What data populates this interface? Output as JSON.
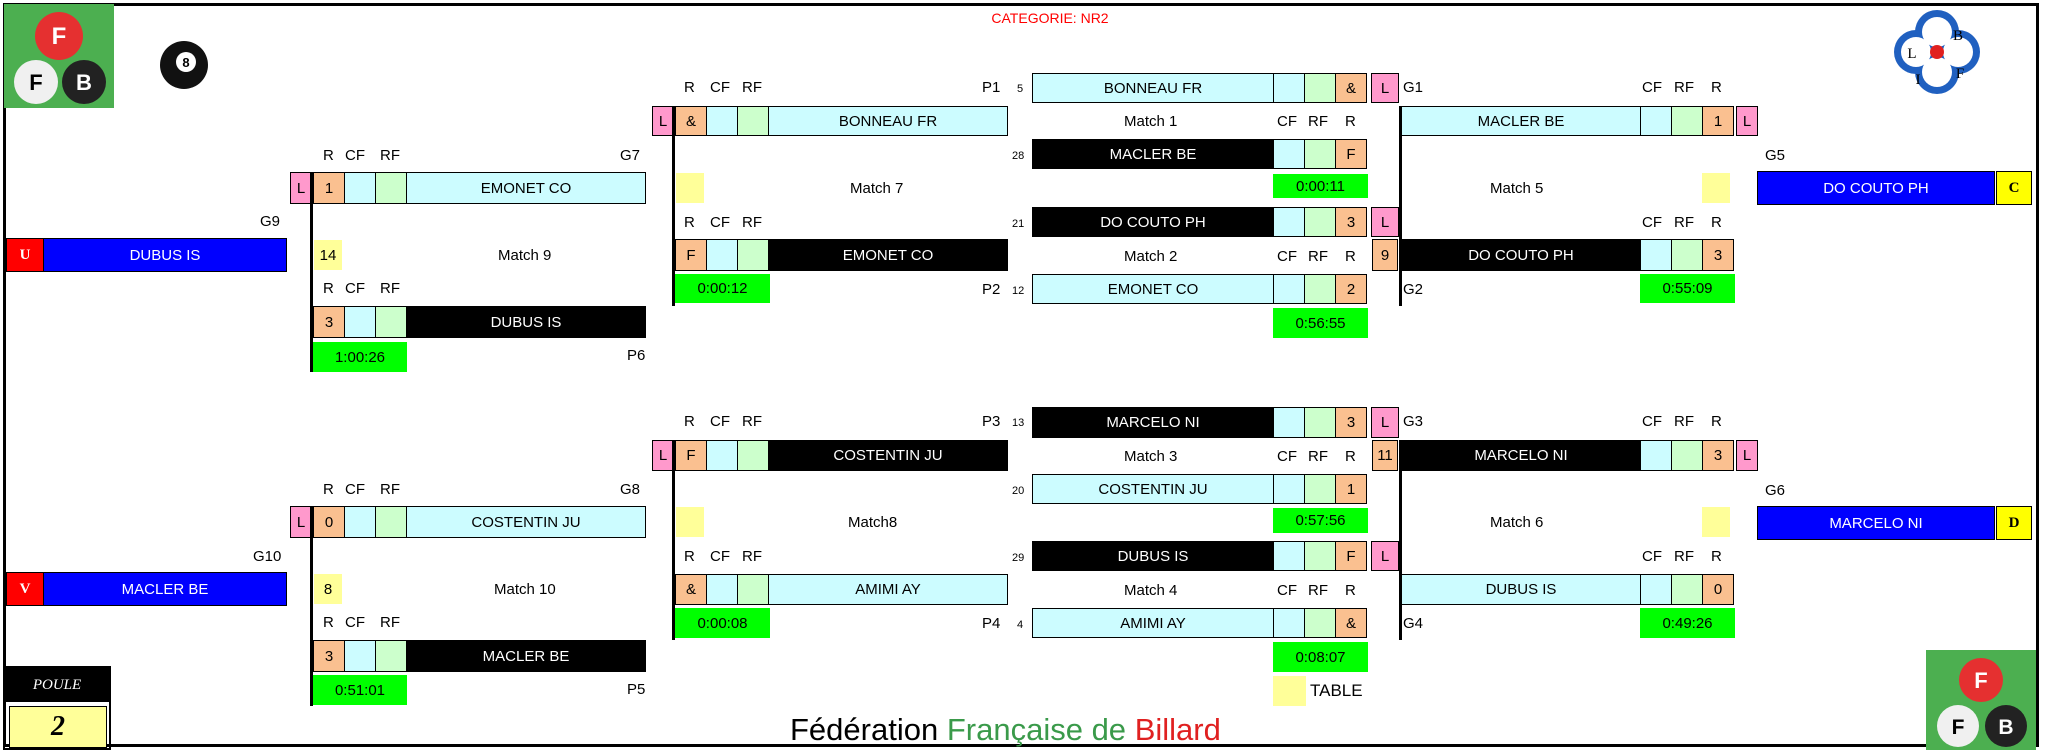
{
  "header": {
    "category": "CATEGORIE: NR2"
  },
  "footer": {
    "part1": "Fédération",
    "part2": "Française de",
    "part3": "Billard",
    "color1": "#000000",
    "color2": "#3a9a4a",
    "color3": "#e02020"
  },
  "poule": {
    "label": "POULE",
    "value": "2"
  },
  "logos": {
    "ffb_letters": [
      "F",
      "F",
      "B"
    ],
    "ball_number": "8",
    "lbif_letters": [
      "L",
      "B",
      "I",
      "F"
    ]
  },
  "cols": {
    "r": "R",
    "cf": "CF",
    "rf": "RF"
  },
  "legend": {
    "table": "TABLE"
  },
  "matches": {
    "m1": {
      "label": "Match 1",
      "p": "P1",
      "top_player": "BONNEAU FR",
      "top_num": "5",
      "top_res": "&",
      "bot_player": "MACLER BE",
      "bot_num": "28",
      "bot_res": "F",
      "time": "0:00:11"
    },
    "m2": {
      "label": "Match 2",
      "p": "P2",
      "top_player": "DO COUTO PH",
      "top_num": "21",
      "top_res": "3",
      "bot_player": "EMONET CO",
      "bot_num": "12",
      "bot_res": "2",
      "time": "0:56:55"
    },
    "m3": {
      "label": "Match 3",
      "p": "P3",
      "top_player": "MARCELO NI",
      "top_num": "13",
      "top_res": "3",
      "bot_player": "COSTENTIN JU",
      "bot_num": "20",
      "bot_res": "1",
      "time": "0:57:56"
    },
    "m4": {
      "label": "Match 4",
      "p": "P4",
      "top_player": "DUBUS IS",
      "top_num": "29",
      "top_res": "F",
      "bot_player": "AMIMI AY",
      "bot_num": "4",
      "bot_res": "&",
      "time": "0:08:07"
    },
    "m5": {
      "label": "Match 5",
      "top_player": "MACLER BE",
      "top_res": "1",
      "bot_player": "DO COUTO PH",
      "bot_res": "3",
      "bot_table": "9",
      "g_top": "G1",
      "g_bot": "G2",
      "time": "0:55:09",
      "winner": "DO COUTO PH",
      "winner_tag": "C",
      "g_win": "G5"
    },
    "m6": {
      "label": "Match 6",
      "top_player": "MARCELO NI",
      "top_res": "3",
      "top_table": "11",
      "bot_player": "DUBUS IS",
      "bot_res": "0",
      "g_top": "G3",
      "g_bot": "G4",
      "time": "0:49:26",
      "winner": "MARCELO NI",
      "winner_tag": "D",
      "g_win": "G6"
    },
    "m7": {
      "label": "Match 7",
      "top_player": "BONNEAU FR",
      "top_res": "&",
      "bot_player": "EMONET CO",
      "bot_res": "F",
      "time": "0:00:12",
      "p_top": "P1",
      "p_bot": "P2"
    },
    "m8": {
      "label": "Match8",
      "top_player": "COSTENTIN JU",
      "top_res": "F",
      "bot_player": "AMIMI AY",
      "bot_res": "&",
      "time": "0:00:08",
      "p_top": "P3",
      "p_bot": "P4"
    },
    "m9": {
      "label": "Match 9",
      "top_player": "EMONET CO",
      "top_res": "1",
      "table": "14",
      "bot_player": "DUBUS IS",
      "bot_res": "3",
      "time": "1:00:26",
      "g_top": "G7",
      "p_bot": "P6",
      "winner": "DUBUS IS",
      "winner_tag": "U",
      "g_win": "G9"
    },
    "m10": {
      "label": "Match 10",
      "top_player": "COSTENTIN JU",
      "top_res": "0",
      "table": "8",
      "bot_player": "MACLER BE",
      "bot_res": "3",
      "time": "0:51:01",
      "g_top": "G8",
      "p_bot": "P5",
      "winner": "MACLER BE",
      "winner_tag": "V",
      "g_win": "G10"
    }
  },
  "flags": {
    "l": "L"
  }
}
